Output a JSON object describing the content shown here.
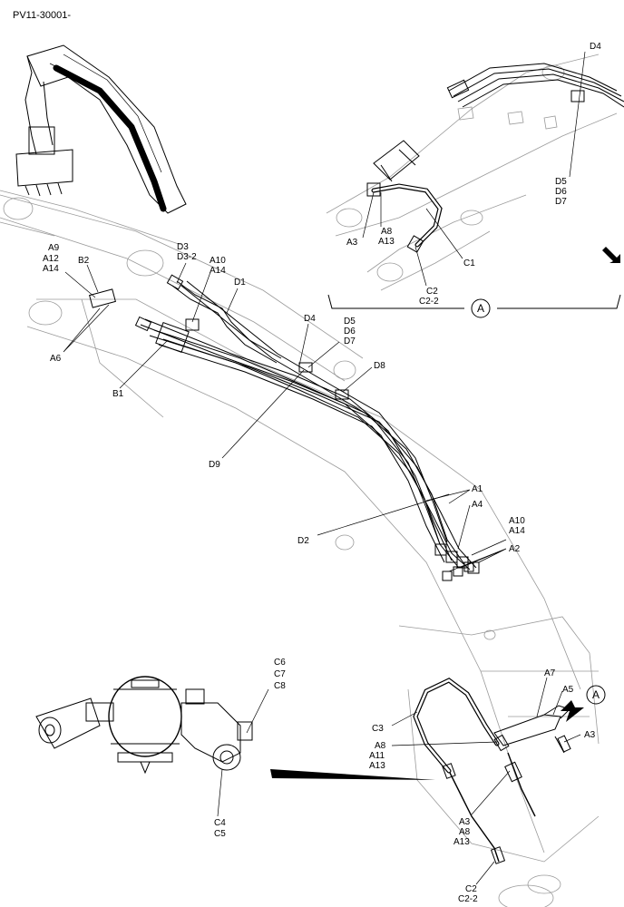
{
  "header": {
    "code": "PV11-30001-"
  },
  "callouts": {
    "a1": "A1",
    "a2": "A2",
    "a3": "A3",
    "a4": "A4",
    "a5": "A5",
    "a6": "A6",
    "a7": "A7",
    "a8": "A8",
    "a9": "A9",
    "a10": "A10",
    "a11": "A11",
    "a12": "A12",
    "a13": "A13",
    "a14": "A14",
    "b1": "B1",
    "b2": "B2",
    "c1": "C1",
    "c2": "C2",
    "c2_2": "C2-2",
    "c3": "C3",
    "c4": "C4",
    "c5": "C5",
    "c6": "C6",
    "c7": "C7",
    "c8": "C8",
    "d1": "D1",
    "d2": "D2",
    "d3": "D3",
    "d3_2": "D3-2",
    "d4": "D4",
    "d5": "D5",
    "d6": "D6",
    "d7": "D7",
    "d8": "D8",
    "d9": "D9"
  },
  "detail_view": {
    "marker": "A"
  }
}
